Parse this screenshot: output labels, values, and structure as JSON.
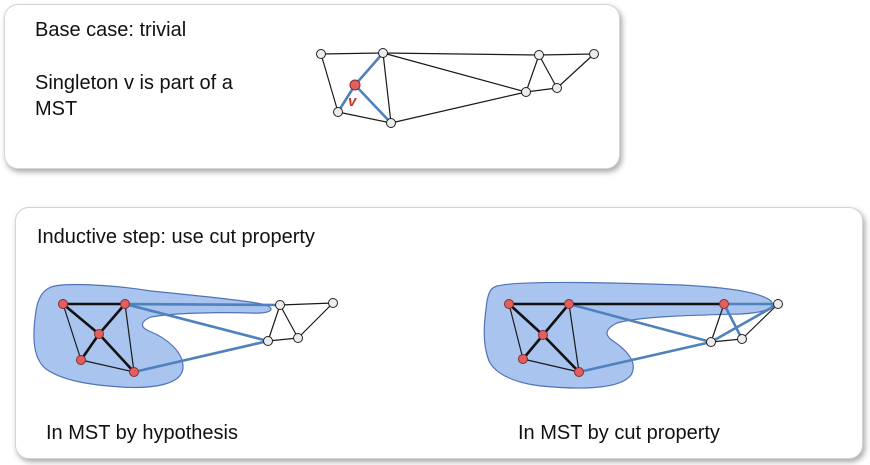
{
  "base_panel": {
    "title": "Base case: trivial",
    "description": "Singleton v is part of a MST",
    "vertex_label": "v"
  },
  "step_panel": {
    "title": "Inductive step: use cut property",
    "left_caption": "In MST by hypothesis",
    "right_caption": "In MST by cut property"
  },
  "colors": {
    "mst_edge": "#4f81bd",
    "tree_region": "#a9c4ee",
    "tree_vertex": "#e06060",
    "other_vertex": "#ececec"
  }
}
